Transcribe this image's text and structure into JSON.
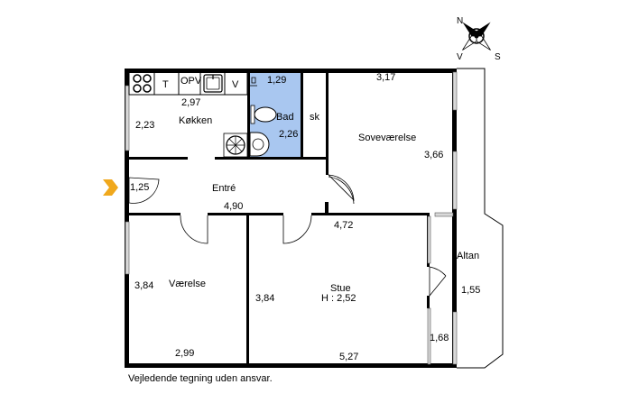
{
  "colors": {
    "wall": "#000000",
    "bathroom": "#a9c7f0",
    "entrance_arrow": "#f0a81c",
    "window": "#d9d9d9"
  },
  "icons": {
    "compass": "compass-rose-icon",
    "entrance": "entrance-arrow-icon",
    "stove": "stove-burners-icon",
    "sink": "kitchen-sink-icon",
    "toilet": "toilet-icon",
    "washbasin": "washbasin-icon",
    "shower": "shower-icon"
  },
  "compass": {
    "n": "N",
    "v": "V",
    "s": "S"
  },
  "kitchen": {
    "fixtures": {
      "t": "T",
      "opv": "OPV",
      "v": "V"
    },
    "width": "2,97",
    "name": "Køkken",
    "depth": "2,23"
  },
  "bathroom": {
    "width": "1,29",
    "name": "Bad",
    "depth": "2,26"
  },
  "closet": {
    "name": "sk"
  },
  "bedroom": {
    "width": "3,17",
    "name": "Soveværelse",
    "depth": "3,66"
  },
  "entrance": {
    "depth": "1,25",
    "name": "Entré",
    "width": "4,90"
  },
  "room": {
    "depth": "3,84",
    "name": "Værelse",
    "width": "2,99"
  },
  "living": {
    "top_width": "4,72",
    "depth": "3,84",
    "name": "Stue",
    "height": "H : 2,52",
    "width": "5,27"
  },
  "balcony": {
    "name": "Altan",
    "width": "1,55",
    "depth": "1,68"
  },
  "disclaimer": "Vejledende tegning uden ansvar."
}
